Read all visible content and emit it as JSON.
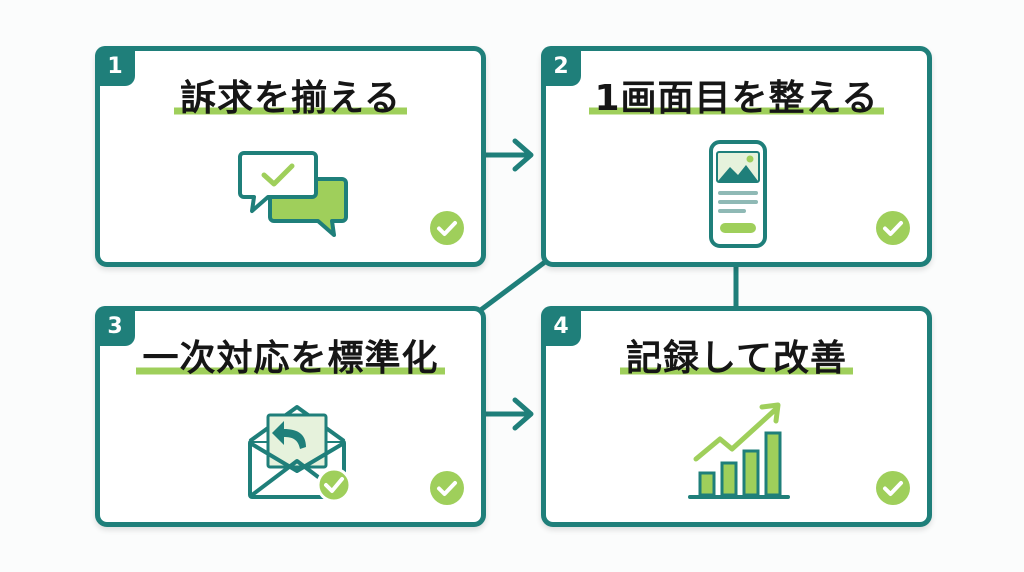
{
  "steps": [
    {
      "number": "1",
      "title": "訴求を揃える",
      "icon": "chat-bubbles-check-icon"
    },
    {
      "number": "2",
      "title": "1画面目を整える",
      "icon": "smartphone-screen-icon"
    },
    {
      "number": "3",
      "title": "一次対応を標準化",
      "icon": "envelope-reply-icon"
    },
    {
      "number": "4",
      "title": "記録して改善",
      "icon": "growth-bar-chart-icon"
    }
  ],
  "colors": {
    "teal": "#1f7f7a",
    "green": "#9fcf5b",
    "text": "#161616",
    "background": "#fbfcfc"
  }
}
